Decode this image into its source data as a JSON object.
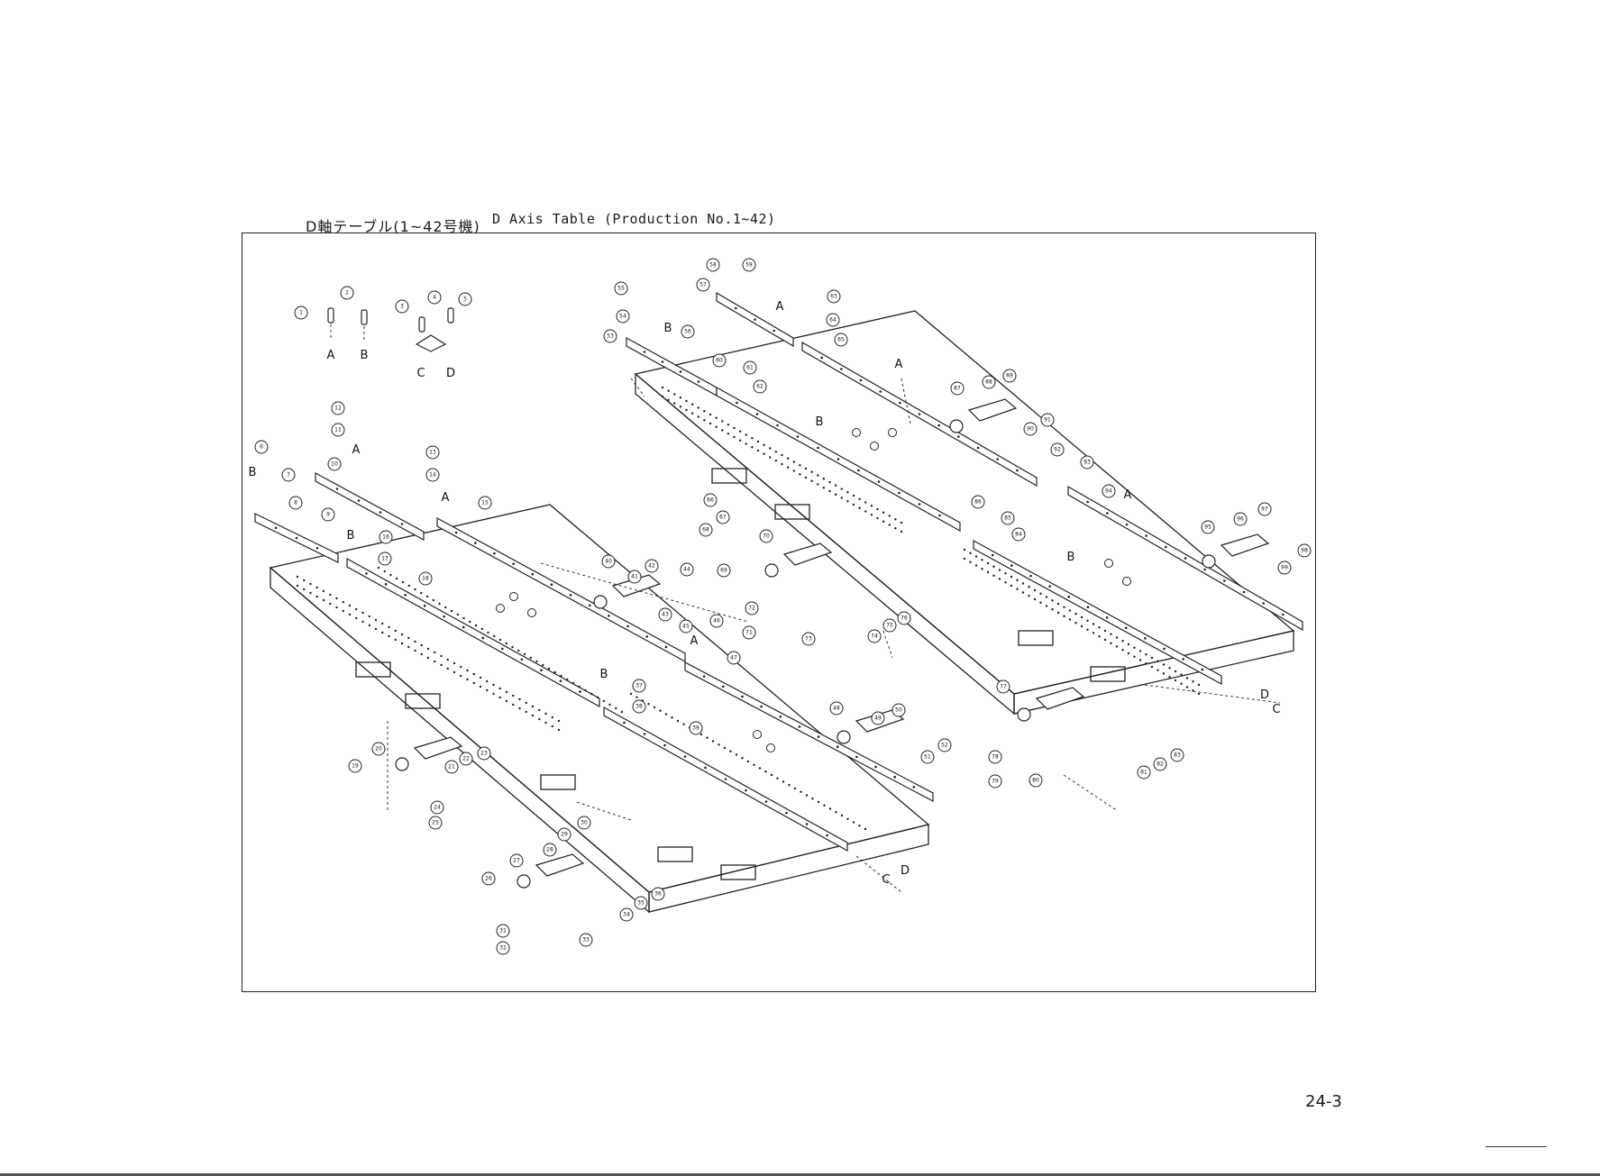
{
  "header": {
    "title_jp": "D軸テーブル(1~42号機)",
    "title_en": "D Axis Table (Production No.1~42)"
  },
  "footer": {
    "page_number": "24-3"
  },
  "diagram": {
    "part_numbers": [
      "1",
      "2",
      "3",
      "4",
      "5",
      "6",
      "7",
      "8",
      "9",
      "10",
      "11",
      "12",
      "13",
      "14",
      "15",
      "16",
      "17",
      "18",
      "19",
      "20",
      "21",
      "22",
      "23",
      "24",
      "25",
      "26",
      "27",
      "28",
      "29",
      "30",
      "31",
      "32",
      "33",
      "34",
      "35",
      "36",
      "37",
      "38",
      "39",
      "40",
      "41",
      "42",
      "43",
      "44",
      "45",
      "46",
      "47",
      "48",
      "49",
      "50",
      "51",
      "52",
      "53",
      "54",
      "55",
      "56",
      "57",
      "58",
      "59",
      "60",
      "61",
      "62",
      "63",
      "64",
      "65",
      "66",
      "67",
      "68",
      "69",
      "70",
      "71",
      "72",
      "73",
      "74",
      "75",
      "76",
      "77",
      "78",
      "79",
      "80",
      "81",
      "82",
      "83",
      "84",
      "85",
      "86",
      "87",
      "88",
      "89",
      "90",
      "91",
      "92",
      "93",
      "94",
      "95",
      "96",
      "97",
      "98",
      "99"
    ],
    "letter_labels": {
      "a": "A",
      "b": "B",
      "c": "C",
      "d": "D"
    }
  }
}
